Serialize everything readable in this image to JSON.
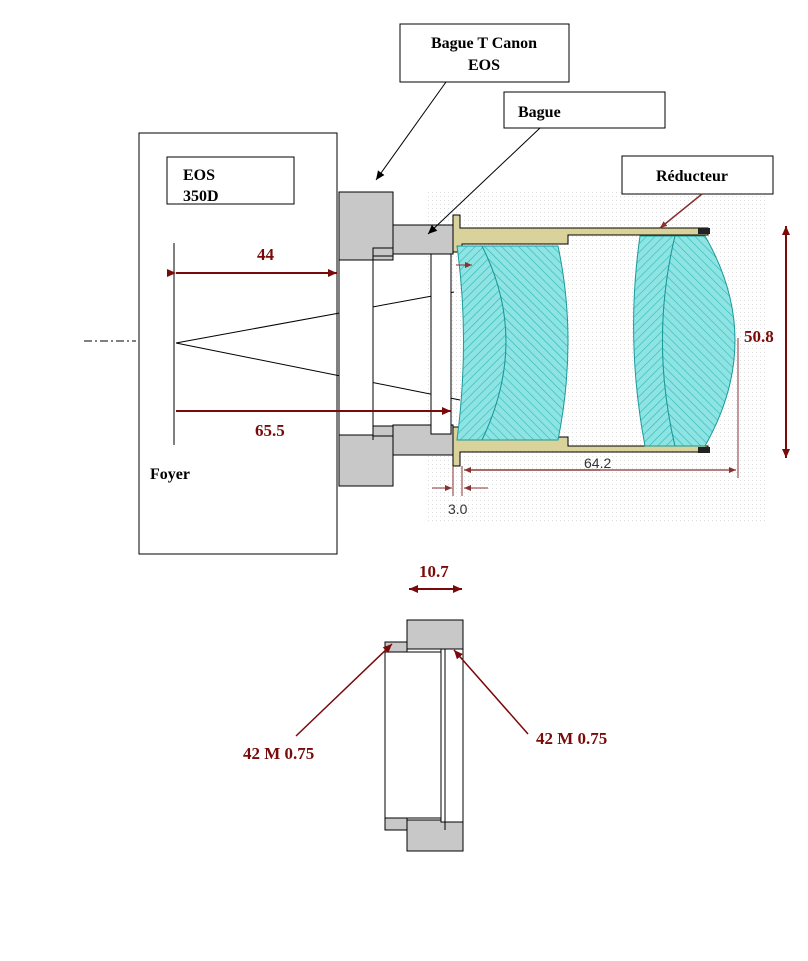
{
  "labels": {
    "bague_t_canon_line1": "Bague T Canon",
    "bague_t_canon_line2": "EOS",
    "bague": "Bague",
    "reducteur": "Réducteur",
    "eos_line1": "EOS",
    "eos_line2": "350D",
    "foyer": "Foyer"
  },
  "dimensions": {
    "d44": "44",
    "d65_5": "65.5",
    "d50_8": "50.8",
    "d64_2": "64.2",
    "d3_0": "3.0",
    "d10_7": "10.7",
    "thread_left": "42 M 0.75",
    "thread_right": "42 M 0.75"
  },
  "colors": {
    "dimension": "#7a0a0a",
    "lens": "#5fd3d3",
    "metal": "#c8c8c8",
    "brass": "#d9d29a",
    "dots": "#e6e6e6"
  }
}
